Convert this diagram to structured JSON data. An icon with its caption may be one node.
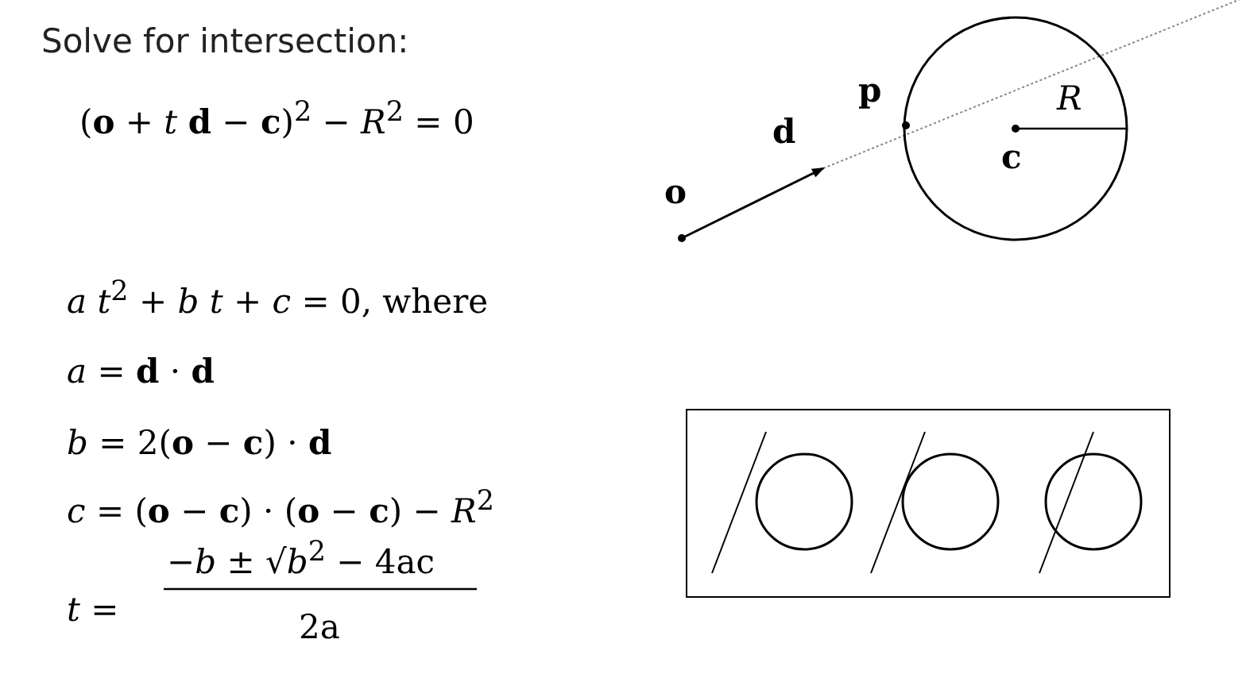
{
  "diagram": {
    "title": "Solve for intersection:",
    "labels": [
      "(**o** + *t* **d** − **c**)$^{2}$ − *R*$^{2}$ = 0",
      "*a t*$^{2}$ + *b t* + *c* = 0,  where",
      "*a* = **d** · **d**",
      "*b* = 2(**o** − **c**) · **d**",
      "*c* = (**o** − **c**) · (**o** − **c**) − *R*$^{2}$",
      "*t* =",
      "−*b* ± √*b*$^{2}$ − 4ac",
      "2a",
      "o",
      "d",
      "p",
      "R",
      "c"
    ]
  }
}
